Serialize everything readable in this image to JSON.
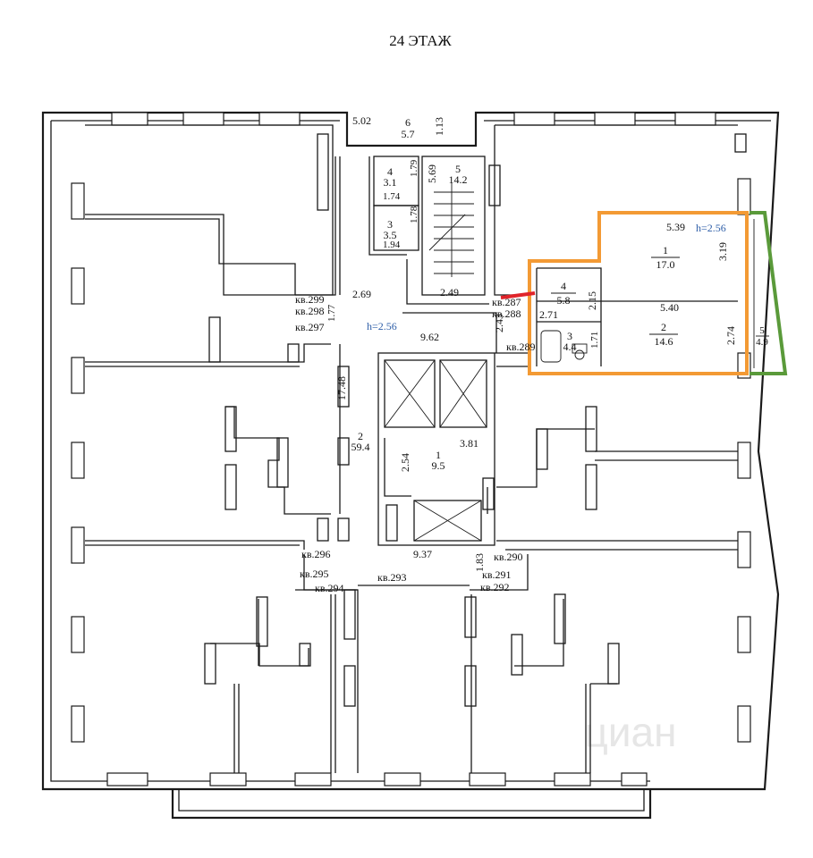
{
  "floor_title": "24 ЭТАЖ",
  "colors": {
    "highlight_orange": "#f39a34",
    "balcony_green": "#5a9a3a",
    "entrance_red": "#e0242a",
    "height_blue": "#2f5fa8",
    "apt_label_red": "#d0242a"
  },
  "heights": {
    "main": "h=2.56",
    "apartment": "h=2.56"
  },
  "apartments": {
    "kv287": "кв.287",
    "kv288": "кв.288",
    "kv289": "кв.289",
    "kv290": "кв.290",
    "kv291": "кв.291",
    "kv292": "кв.292",
    "kv293": "кв.293",
    "kv294": "кв.294",
    "kv295": "кв.295",
    "kv296": "кв.296",
    "kv297": "кв.297",
    "kv298": "кв.298",
    "kv299": "кв.299"
  },
  "rooms": {
    "r6_num": "6",
    "r6_area": "5.7",
    "r4_num": "4",
    "r4_area": "3.1",
    "r5_num": "5",
    "r5_area": "14.2",
    "r3_num": "3",
    "r3_area": "3.5",
    "r2_num": "2",
    "r2_area": "59.4",
    "r1_num": "1",
    "r1_area": "9.5",
    "a1_num": "1",
    "a1_area": "17.0",
    "a4_num": "4",
    "a4_area": "5.8",
    "a2_num": "2",
    "a2_area": "14.6",
    "a3_num": "3",
    "a3_area": "4.4",
    "a5_num": "5",
    "a5_area": "4.9"
  },
  "dimensions": {
    "d502": "5.02",
    "d113": "1.13",
    "d569": "5.69",
    "d179": "1.79",
    "d174": "1.74",
    "d178": "1.78",
    "d194": "1.94",
    "d249": "2.49",
    "d269": "2.69",
    "d962": "9.62",
    "d1748": "17.48",
    "d254": "2.54",
    "d381": "3.81",
    "d937": "9.37",
    "d183": "1.83",
    "d243": "2.43",
    "d539": "5.39",
    "d319": "3.19",
    "d215": "2.15",
    "d271": "2.71",
    "d540": "5.40",
    "d171": "1.71",
    "d274": "2.74",
    "d177": "1.77"
  },
  "watermark": "циан"
}
